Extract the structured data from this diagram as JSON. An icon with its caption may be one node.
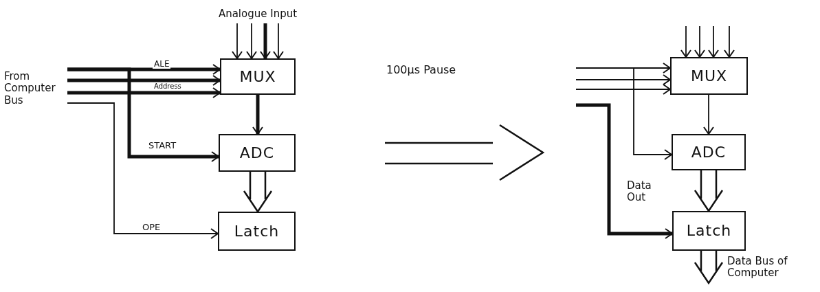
{
  "diagram": {
    "nodes": [
      {
        "text": [
          "From Computer Bus"
        ]
      },
      {
        "text": [
          "Analogue Input"
        ]
      },
      {
        "text": [
          "MUX"
        ]
      },
      {
        "text": [
          "ADC"
        ]
      },
      {
        "text": [
          "Latch"
        ]
      },
      {
        "text": [
          "MUX"
        ]
      },
      {
        "text": [
          "ADC"
        ]
      },
      {
        "text": [
          "Latch"
        ]
      }
    ],
    "edges": [
      {
        "from": 0,
        "to": 2,
        "arrow": "to",
        "label": "ALE",
        "style": "thick"
      },
      {
        "from": 0,
        "to": 2,
        "arrow": "to",
        "style": "thick"
      },
      {
        "from": 0,
        "to": 2,
        "arrow": "to",
        "label": "Address",
        "style": "thick"
      },
      {
        "from": 0,
        "to": 3,
        "arrow": "to",
        "label": "START",
        "style": "thick"
      },
      {
        "from": 0,
        "to": 4,
        "arrow": "to",
        "label": "OPE"
      },
      {
        "from": 1,
        "to": 2,
        "arrow": "to"
      },
      {
        "from": 1,
        "to": 2,
        "arrow": "to"
      },
      {
        "from": 1,
        "to": 2,
        "arrow": "to",
        "style": "thick"
      },
      {
        "from": 1,
        "to": 2,
        "arrow": "to"
      },
      {
        "from": 2,
        "to": 3,
        "arrow": "to",
        "style": "thick"
      },
      {
        "from": 3,
        "to": 4,
        "arrow": "to"
      },
      {
        "from": null,
        "to": 5,
        "arrow": "to"
      },
      {
        "from": null,
        "to": 5,
        "arrow": "to"
      },
      {
        "from": null,
        "to": 5,
        "arrow": "to"
      },
      {
        "from": null,
        "to": 6,
        "arrow": "to"
      },
      {
        "from": null,
        "to": 7,
        "arrow": "to",
        "label": "Data Out",
        "style": "thick"
      },
      {
        "from": null,
        "to": 5,
        "arrow": "to"
      },
      {
        "from": null,
        "to": 5,
        "arrow": "to"
      },
      {
        "from": null,
        "to": 5,
        "arrow": "to"
      },
      {
        "from": null,
        "to": 5,
        "arrow": "to"
      },
      {
        "from": 5,
        "to": 6,
        "arrow": "to"
      },
      {
        "from": 6,
        "to": 7,
        "arrow": "to"
      },
      {
        "from": 7,
        "to": null,
        "arrow": "to",
        "label": "Data Bus of Computer"
      }
    ],
    "labels": [
      "100µs Pause"
    ]
  }
}
